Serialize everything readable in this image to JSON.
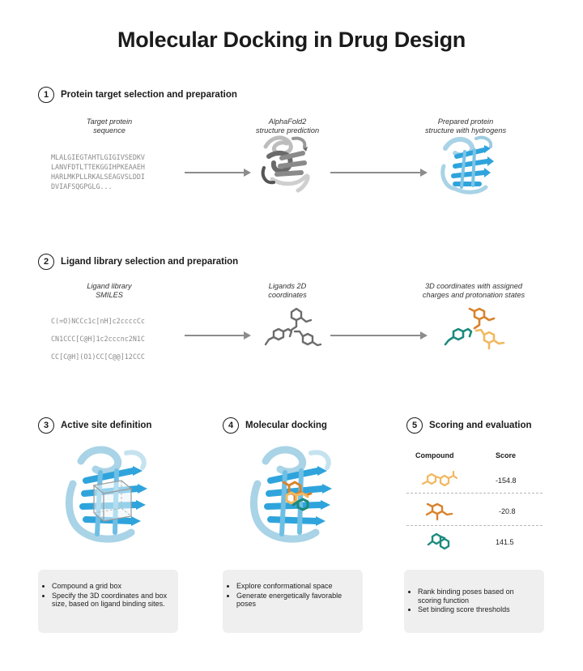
{
  "title": "Molecular Docking in Drug Design",
  "step1": {
    "num": "1",
    "title": "Protein target selection and preparation",
    "sequence_caption": "Target protein\nsequence",
    "sequence_lines": [
      "MLALGIEGTAHTLGIGIVSEDKV",
      "LANVFDTLTTEKGGIHPKEAAEH",
      "HARLMKPLLRKALSEAGVSLDDI",
      "DVIAFSQGPGLG..."
    ],
    "alphafold_caption": "AlphaFold2\nstructure prediction",
    "prepared_caption": "Prepared protein\nstructure with hydrogens"
  },
  "step2": {
    "num": "2",
    "title": "Ligand library selection and preparation",
    "library_caption": "Ligand library\nSMILES",
    "smiles": [
      "C(=O)NCCc1c[nH]c2ccccCc",
      "CN1CCC[C@H]1c2cccnc2N1C",
      "CC[C@H](O1)CC[C@@]12CCC"
    ],
    "coords2d_caption": "Ligands 2D\ncoordinates",
    "coords3d_caption": "3D coordinates with assigned\ncharges and protonation states"
  },
  "step3": {
    "num": "3",
    "title": "Active site definition",
    "bullets": [
      "Compound a grid box",
      "Specify the 3D coordinates and box size, based on ligand binding sites."
    ]
  },
  "step4": {
    "num": "4",
    "title": "Molecular docking",
    "bullets": [
      "Explore conformational space",
      "Generate energetically favorable poses"
    ]
  },
  "step5": {
    "num": "5",
    "title": "Scoring and evaluation",
    "col_compound": "Compound",
    "col_score": "Score",
    "rows": [
      {
        "score": "-154.8",
        "color": "#f2b860"
      },
      {
        "score": "-20.8",
        "color": "#d9822b"
      },
      {
        "score": "141.5",
        "color": "#1c8a7c"
      }
    ],
    "bullets": [
      "Rank binding poses based on scoring function",
      "Set binding score thresholds"
    ]
  },
  "colors": {
    "protein_light": "#a9d3e6",
    "protein_blue": "#2fa4dc",
    "protein_gray": "#7a7a7a",
    "ligand_orange": "#d9822b",
    "ligand_yellow": "#f2b860",
    "ligand_teal": "#1c8a7c",
    "arrow": "#8c8c8c"
  },
  "icons": [
    "alphafold-protein-icon",
    "prepared-protein-icon",
    "ligand-2d-icon",
    "ligand-3d-icon",
    "grid-box-protein-icon",
    "docked-protein-icon",
    "compound-icon"
  ]
}
